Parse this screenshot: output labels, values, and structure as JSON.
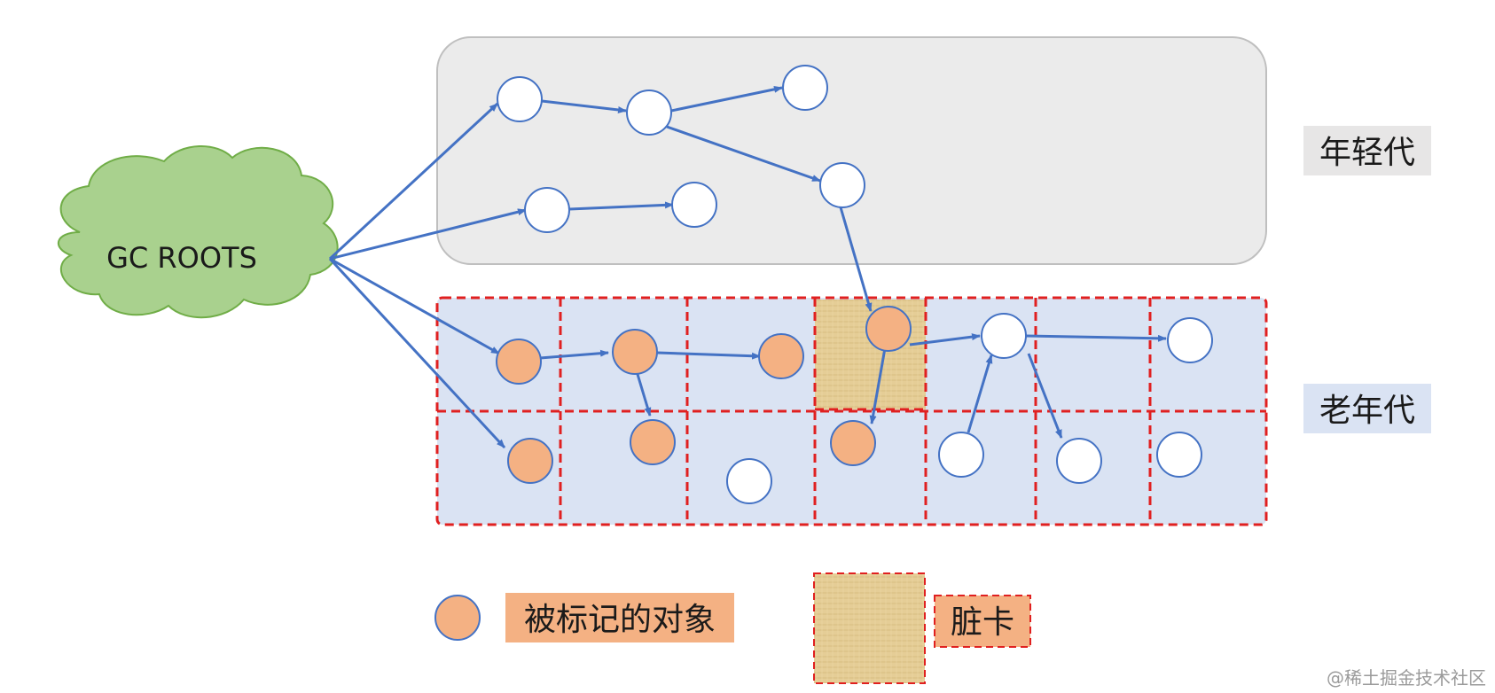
{
  "cloud_label": "GC ROOTS",
  "regions": {
    "young_label": "年轻代",
    "old_label": "老年代"
  },
  "legend": {
    "marked_label": "被标记的对象",
    "dirty_label": "脏卡"
  },
  "watermark": "@稀土掘金技术社区",
  "colors": {
    "cloud_fill": "#a9d18e",
    "cloud_stroke": "#70ad47",
    "young_fill": "#ebebeb",
    "young_stroke": "#bfbfbf",
    "old_fill": "#dae3f3",
    "card_border": "#e02020",
    "arrow": "#4472c4",
    "marked_fill": "#f4b183",
    "marked_stroke": "#4472c4",
    "unmarked_fill": "#ffffff",
    "unmarked_stroke": "#4472c4",
    "dirty_fill": "#e5cd96",
    "legend_label_fill": "#f4b183",
    "young_label_bg": "#e7e6e6",
    "old_label_bg": "#dae3f3"
  }
}
